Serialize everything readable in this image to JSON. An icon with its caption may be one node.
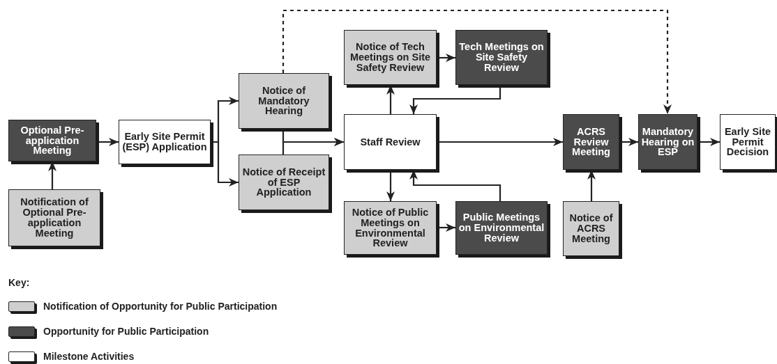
{
  "diagram": {
    "nodes": [
      {
        "text": [
          "Optional Pre-application Meeting"
        ]
      },
      {
        "text": [
          "Notification of Optional Pre-application Meeting"
        ]
      },
      {
        "text": [
          "Early Site Permit (ESP) Application"
        ]
      },
      {
        "text": [
          "Notice of Mandatory Hearing"
        ]
      },
      {
        "text": [
          "Notice of Receipt of ESP Application"
        ]
      },
      {
        "text": [
          "Notice of Tech Meetings on Site Safety Review"
        ]
      },
      {
        "text": [
          "Tech Meetings on Site Safety Review"
        ]
      },
      {
        "text": [
          "Staff Review"
        ]
      },
      {
        "text": [
          "Notice of Public Meetings on Environmental Review"
        ]
      },
      {
        "text": [
          "Public Meetings on Environmental Review"
        ]
      },
      {
        "text": [
          "ACRS Review Meeting"
        ]
      },
      {
        "text": [
          "Notice of ACRS Meeting"
        ]
      },
      {
        "text": [
          "Mandatory Hearing on ESP"
        ]
      },
      {
        "text": [
          "Early Site Permit Decision"
        ]
      }
    ],
    "edges": [
      {
        "from": 1,
        "to": 0,
        "arrow": "to"
      },
      {
        "from": 0,
        "to": 2,
        "arrow": "to"
      },
      {
        "from": 2,
        "to": 3,
        "arrow": "to"
      },
      {
        "from": 2,
        "to": 4,
        "arrow": "to"
      },
      {
        "from": 3,
        "to": 7,
        "arrow": "to"
      },
      {
        "from": 4,
        "to": 7,
        "arrow": "to"
      },
      {
        "from": 3,
        "to": 12,
        "arrow": "to",
        "style": "dashed"
      },
      {
        "from": 7,
        "to": 5,
        "arrow": "to"
      },
      {
        "from": 5,
        "to": 6,
        "arrow": "to"
      },
      {
        "from": 6,
        "to": 7,
        "arrow": "to"
      },
      {
        "from": 7,
        "to": 8,
        "arrow": "to"
      },
      {
        "from": 8,
        "to": 9,
        "arrow": "to"
      },
      {
        "from": 9,
        "to": 7,
        "arrow": "to"
      },
      {
        "from": 7,
        "to": 10,
        "arrow": "to"
      },
      {
        "from": 11,
        "to": 10,
        "arrow": "to"
      },
      {
        "from": 10,
        "to": 12,
        "arrow": "to"
      },
      {
        "from": 12,
        "to": 13,
        "arrow": "to"
      }
    ],
    "labels": [
      "Key:"
    ],
    "legend": [
      {
        "text": "Notification of Opportunity for Public Participation",
        "color": "#cfcfcf"
      },
      {
        "text": "Opportunity for Public Participation",
        "color": "#4b4b4b"
      },
      {
        "text": "Milestone Activities",
        "color": "#ffffff"
      }
    ]
  }
}
